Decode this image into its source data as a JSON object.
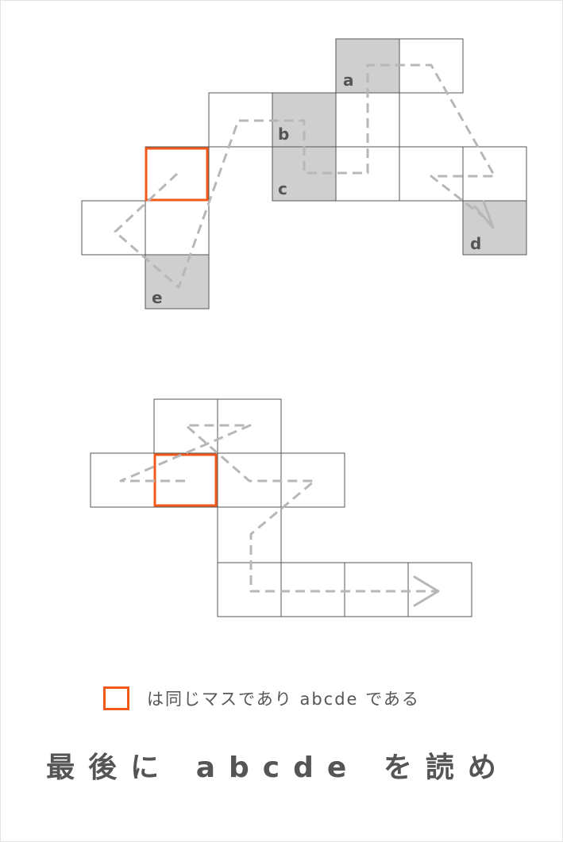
{
  "puzzle": {
    "labels": {
      "a": "a",
      "b": "b",
      "c": "c",
      "d": "d",
      "e": "e"
    }
  },
  "legend": {
    "text": "は同じマスであり abcde である"
  },
  "instruction": "最後に abcde を読め",
  "colors": {
    "highlight": "#f25a1d",
    "shaded_cell": "#cfcfcf",
    "dashed_path": "#b7b7b7",
    "text": "#555555"
  }
}
